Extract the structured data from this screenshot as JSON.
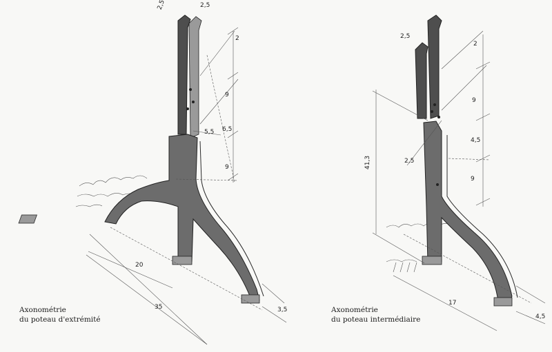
{
  "left": {
    "caption": [
      "Axonométrie",
      "du poteau d'extrémité"
    ],
    "dims": {
      "top_a": "2,5",
      "top_b": "2,5",
      "seg_1": "2",
      "seg_2": "9",
      "width": "5,5",
      "seg_3": "6,5",
      "seg_4": "9",
      "base_span": "20",
      "base_total": "35",
      "foot": "3,5"
    }
  },
  "right": {
    "caption": [
      "Axonométrie",
      "du poteau intermédiaire"
    ],
    "dims": {
      "top": "2,5",
      "seg_1": "2",
      "seg_2": "9",
      "height": "41,3",
      "gap": "2,5",
      "seg_3": "4,5",
      "seg_4": "9",
      "base_total": "17",
      "foot": "4,5"
    }
  }
}
